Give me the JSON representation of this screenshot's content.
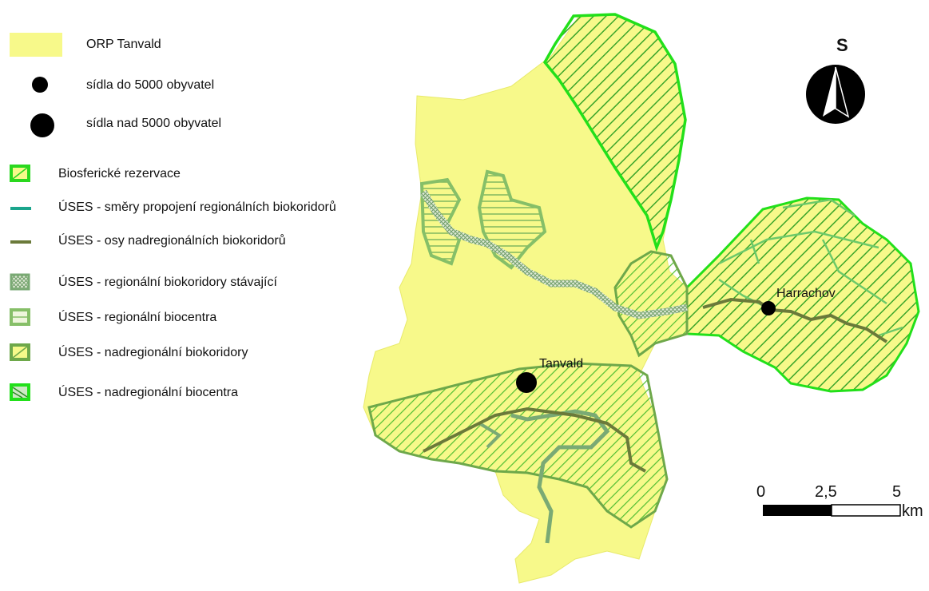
{
  "legend": {
    "items": [
      {
        "label": "ORP Tanvald",
        "symbol": "orp-fill-swatch"
      },
      {
        "label": "sídla do 5000 obyvatel",
        "symbol": "small-settlement-dot"
      },
      {
        "label": "sídla nad 5000 obyvatel",
        "symbol": "large-settlement-dot"
      },
      {
        "label": "Biosferické rezervace",
        "symbol": "biosphere-reserve-swatch"
      },
      {
        "label": "ÚSES - směry propojení regionálních biokoridorů",
        "symbol": "regional-link-line"
      },
      {
        "label": "ÚSES - osy nadregionálních biokoridorů",
        "symbol": "supraregional-axis-line"
      },
      {
        "label": "ÚSES - regionální biokoridory stávající",
        "symbol": "regional-corridor-swatch"
      },
      {
        "label": "ÚSES - regionální biocentra",
        "symbol": "regional-biocenter-swatch"
      },
      {
        "label": "ÚSES - nadregionální biokoridory",
        "symbol": "supraregional-corridor-swatch"
      },
      {
        "label": "ÚSES - nadregionální biocentra",
        "symbol": "supraregional-biocenter-swatch"
      }
    ]
  },
  "places": {
    "tanvald": "Tanvald",
    "harrachov": "Harrachov"
  },
  "north_arrow": {
    "label": "S"
  },
  "scale_bar": {
    "ticks": [
      "0",
      "2,5",
      "5"
    ],
    "unit": "km"
  },
  "colors": {
    "orp_fill": "#f7f98a",
    "hatch_green": "#4fbe32",
    "supraregional_green": "#6ea84a",
    "biocenter_green": "#2ad81e",
    "regional_corridor": "#7aaa74",
    "axis_olive": "#6b7a3a",
    "link_teal": "#1aa58c"
  }
}
